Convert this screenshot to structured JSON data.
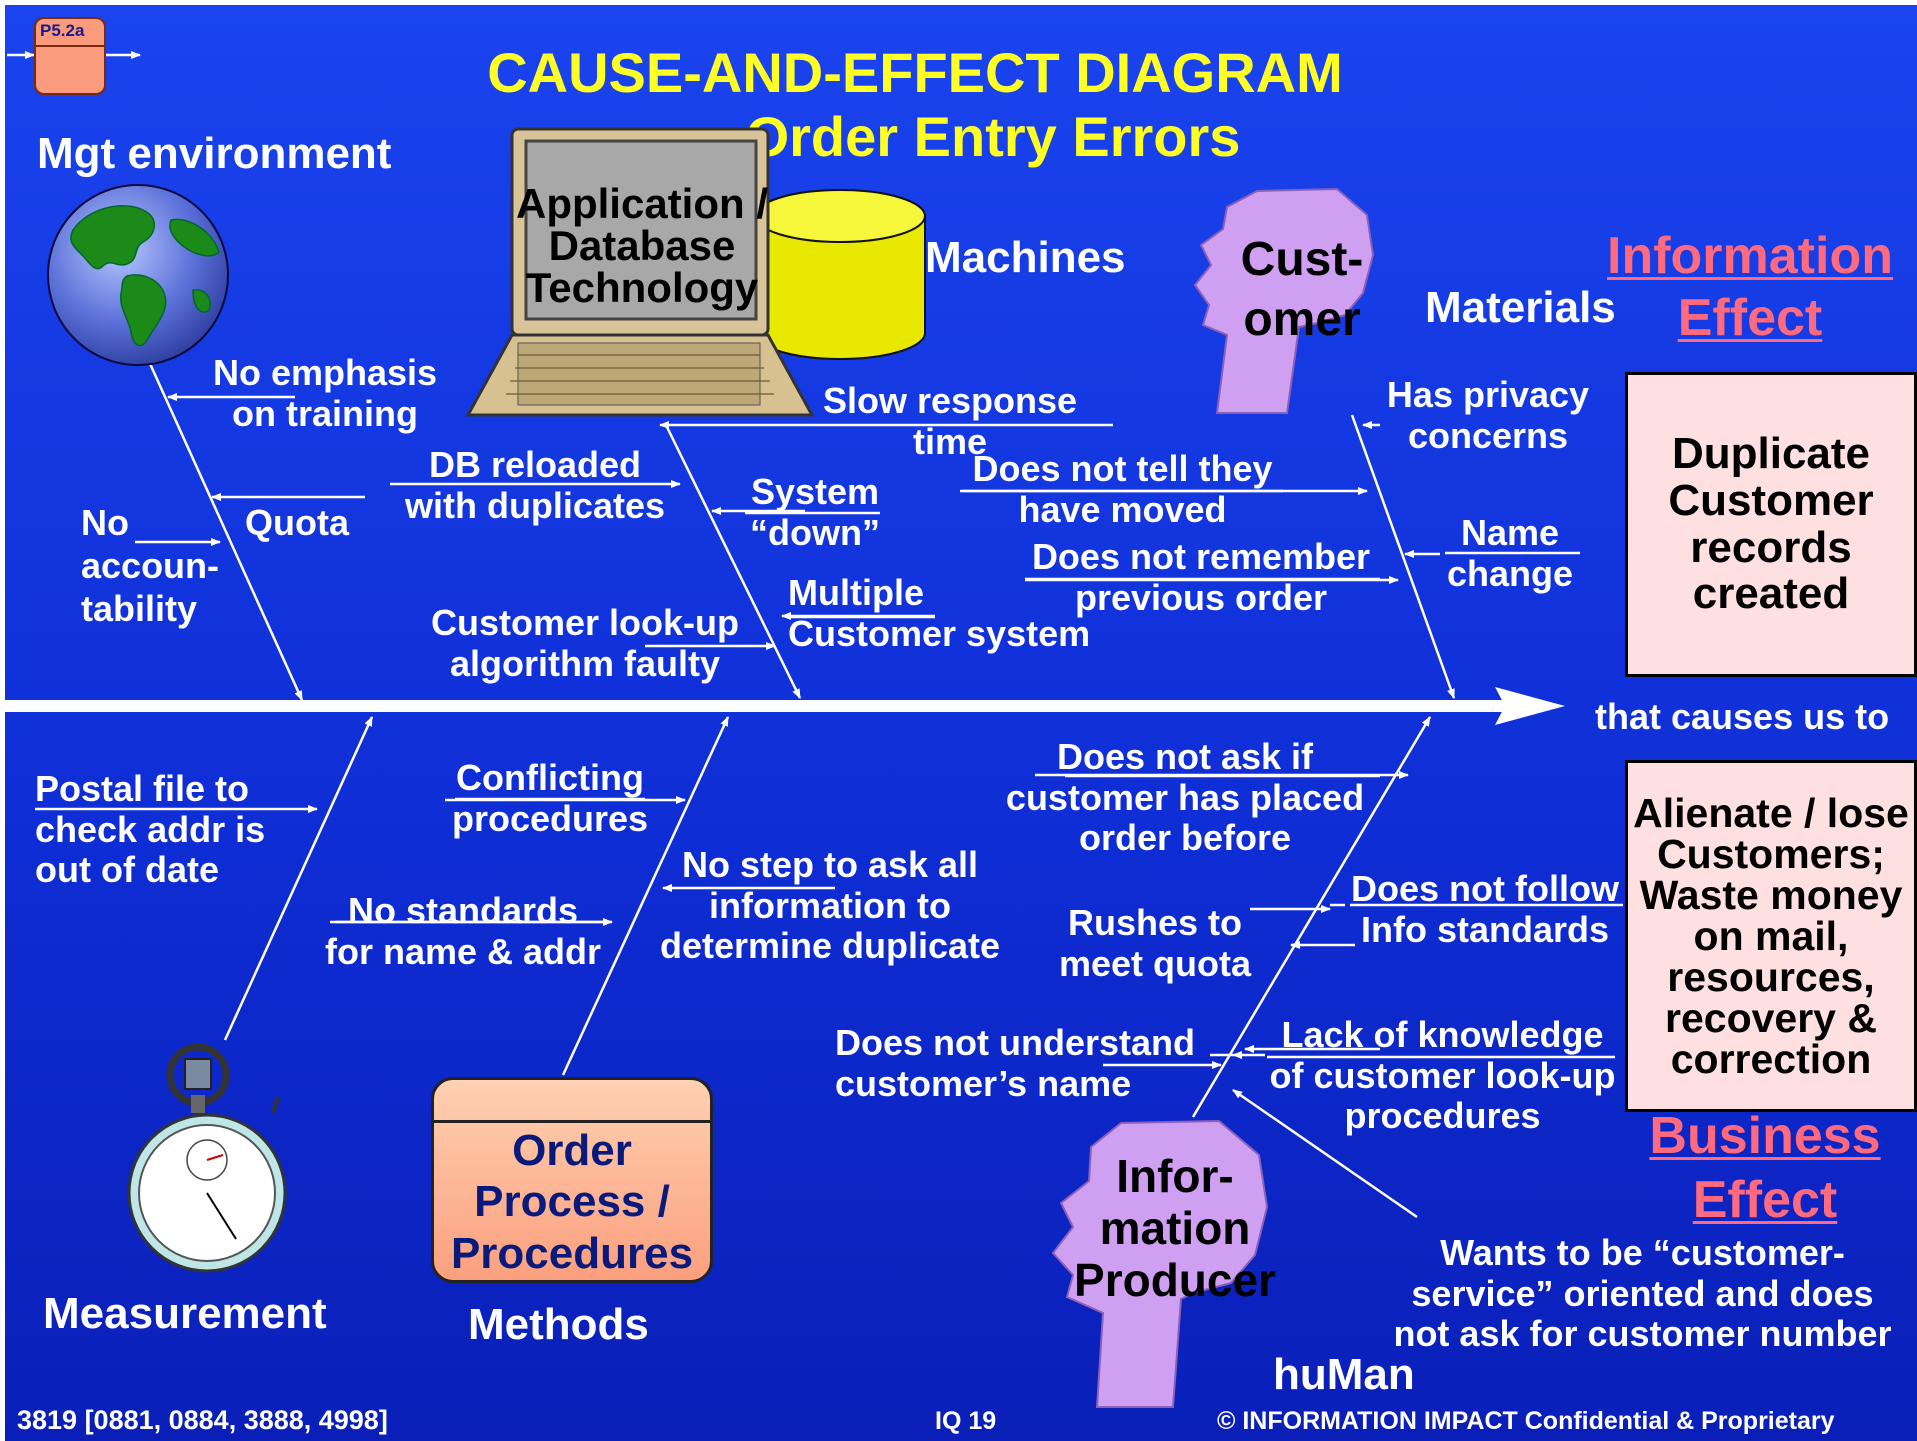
{
  "title": "CAUSE-AND-EFFECT DIAGRAM",
  "subtitle": "Order Entry Errors",
  "page_tag": "P5.2a",
  "categories": {
    "mgt": "Mgt environment",
    "machines": "Machines",
    "materials": "Materials",
    "measurement": "Measurement",
    "methods": "Methods",
    "human": "huMan"
  },
  "icon_labels": {
    "laptop": [
      "Application /",
      "Database",
      "Technology"
    ],
    "customer_head": [
      "Cust-",
      "omer"
    ],
    "process_box": [
      "Order",
      "Process /",
      "Procedures"
    ],
    "producer_head": [
      "Infor-",
      "mation",
      "Producer"
    ]
  },
  "effects": {
    "information_effect": [
      "Information",
      "Effect"
    ],
    "information_box": [
      "Duplicate",
      "Customer",
      "records",
      "created"
    ],
    "connector": "that causes us to",
    "business_box": [
      "Alienate / lose",
      "Customers;",
      "Waste money",
      "on mail,",
      "resources,",
      "recovery &",
      "correction"
    ],
    "business_effect": [
      "Business",
      "Effect"
    ]
  },
  "causes": {
    "no_emphasis": [
      "No emphasis",
      "on training"
    ],
    "quota": "Quota",
    "no_accountability": [
      "No",
      "accoun-",
      "tability"
    ],
    "db_reloaded": [
      "DB reloaded",
      "with duplicates"
    ],
    "customer_lookup": [
      "Customer look-up",
      "algorithm  faulty"
    ],
    "slow_response": [
      "Slow response",
      "time"
    ],
    "system_down": [
      "System",
      "“down”"
    ],
    "multiple": [
      "Multiple",
      "Customer system"
    ],
    "privacy": [
      "Has privacy",
      "concerns"
    ],
    "moved": [
      "Does not tell they",
      "have moved"
    ],
    "remember": [
      "Does not remember",
      "previous order"
    ],
    "name_change": [
      "Name",
      "change"
    ],
    "postal": [
      "Postal file to",
      "check addr is",
      "out of date"
    ],
    "no_standards": [
      "No standards",
      "for name & addr"
    ],
    "conflicting": [
      "Conflicting",
      "procedures"
    ],
    "no_step": [
      "No step to ask all",
      "information to",
      "determine duplicate"
    ],
    "not_ask": [
      "Does not ask if",
      "customer has placed",
      "order before"
    ],
    "not_follow": [
      "Does not follow",
      "Info standards"
    ],
    "rushes": [
      "Rushes to",
      "meet quota"
    ],
    "not_understand": [
      "Does not understand",
      "customer’s name"
    ],
    "lack_knowledge": [
      "Lack of knowledge",
      "of customer look-up",
      "procedures"
    ],
    "wants_service": [
      "Wants to be “customer-",
      "service” oriented and does",
      "not ask for customer number"
    ]
  },
  "footer": {
    "left": "3819  [0881, 0884, 3888, 4998]",
    "center": "IQ 19",
    "right": "©  INFORMATION IMPACT Confidential & Proprietary"
  }
}
